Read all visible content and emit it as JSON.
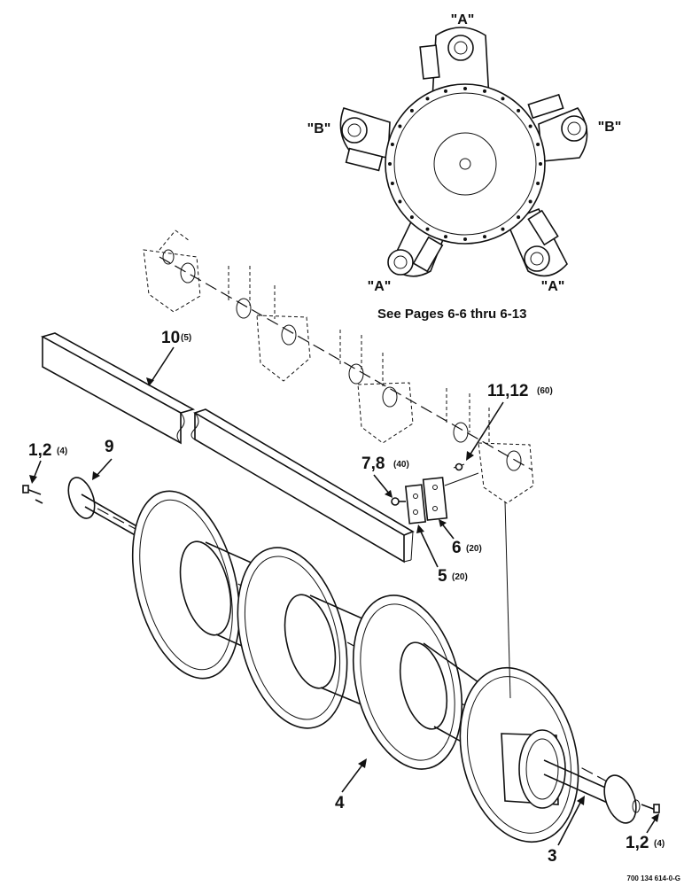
{
  "labels": {
    "top_a": "\"A\"",
    "left_b": "\"B\"",
    "right_b": "\"B\"",
    "bottom_left_a": "\"A\"",
    "bottom_right_a": "\"A\"",
    "see_pages": "See Pages 6-6 thru 6-13",
    "item_10": "10",
    "item_10_qty": "(5)",
    "item_1_2_top": "1,2",
    "item_1_2_top_qty": "(4)",
    "item_9": "9",
    "item_11_12": "11,12",
    "item_11_12_qty": "(60)",
    "item_7_8": "7,8",
    "item_7_8_qty": "(40)",
    "item_6": "6",
    "item_6_qty": "(20)",
    "item_5": "5",
    "item_5_qty": "(20)",
    "item_4": "4",
    "item_3": "3",
    "item_1_2_bottom": "1,2",
    "item_1_2_bottom_qty": "(4)",
    "drawing_code": "700 134 614-0-G"
  }
}
